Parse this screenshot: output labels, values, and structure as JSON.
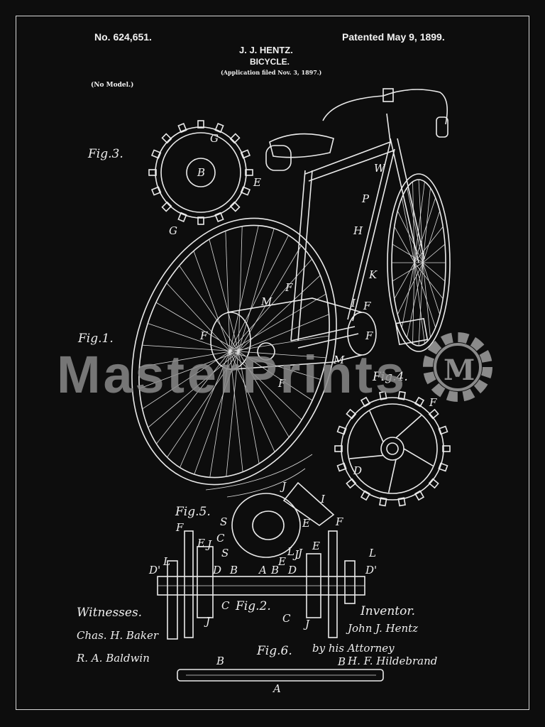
{
  "header": {
    "patent_number": "No. 624,651.",
    "patent_date": "Patented May 9, 1899.",
    "inventor_name": "J. J. HENTZ.",
    "title": "BICYCLE.",
    "application": "(Application filed Nov. 3, 1897.)",
    "model_note": "(No Model.)"
  },
  "figures": {
    "fig1": "Fig.1.",
    "fig2": "Fig.2.",
    "fig3": "Fig.3.",
    "fig4": "Fig.4.",
    "fig5": "Fig.5.",
    "fig6": "Fig.6."
  },
  "footer": {
    "witnesses_label": "Witnesses.",
    "witness1": "Chas. H. Baker",
    "witness2": "R. A. Baldwin",
    "inventor_label": "Inventor.",
    "inventor_signature": "John J. Hentz",
    "attorney_label": "by his Attorney",
    "attorney_signature": "H. F. Hildebrand"
  },
  "part_letters": {
    "fig3": [
      "G",
      "B",
      "E",
      "G"
    ],
    "fig1": [
      "W",
      "P",
      "H",
      "K",
      "I",
      "F",
      "F",
      "M",
      "F",
      "F",
      "F",
      "M"
    ],
    "fig4": [
      "F",
      "D"
    ],
    "fig5": [
      "J",
      "I",
      "S",
      "C",
      "E",
      "E",
      "L",
      "J"
    ],
    "fig2": [
      "F",
      "E",
      "J",
      "S",
      "L",
      "D'",
      "D",
      "B",
      "A",
      "B",
      "D",
      "E",
      "J",
      "F",
      "L",
      "D'",
      "C",
      "J",
      "C",
      "J"
    ],
    "fig6": [
      "B",
      "B",
      "A"
    ]
  },
  "watermark": "MasterPrints",
  "colors": {
    "background": "#0d0d0d",
    "line": "#eaeaea",
    "watermark": "#8a8a8a"
  }
}
